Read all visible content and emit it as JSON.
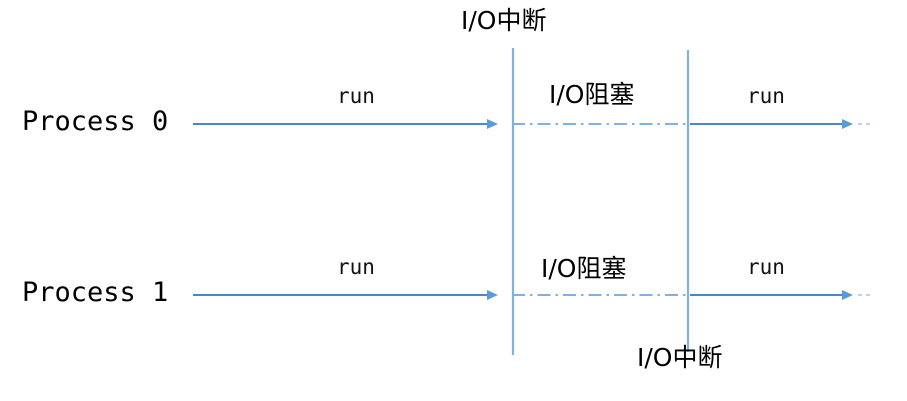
{
  "diagram": {
    "title_hidden": "",
    "accent_color": "#5B9BD5",
    "line_color_dark": "#4A86C8",
    "text_color": "#000000",
    "background": "#ffffff",
    "annotations": {
      "top_interrupt": "I/O中断",
      "bottom_interrupt": "I/O中断"
    },
    "lanes": [
      {
        "id": "process-0",
        "label": "Process 0",
        "segments": [
          {
            "id": "run-1",
            "label": "run",
            "state": "running"
          },
          {
            "id": "blocked-1",
            "label": "I/O阻塞",
            "state": "blocked"
          },
          {
            "id": "run-2",
            "label": "run",
            "state": "running"
          }
        ]
      },
      {
        "id": "process-1",
        "label": "Process 1",
        "segments": [
          {
            "id": "run-1",
            "label": "run",
            "state": "running"
          },
          {
            "id": "blocked-1",
            "label": "I/O阻塞",
            "state": "blocked"
          },
          {
            "id": "run-2",
            "label": "run",
            "state": "running"
          }
        ]
      }
    ]
  }
}
